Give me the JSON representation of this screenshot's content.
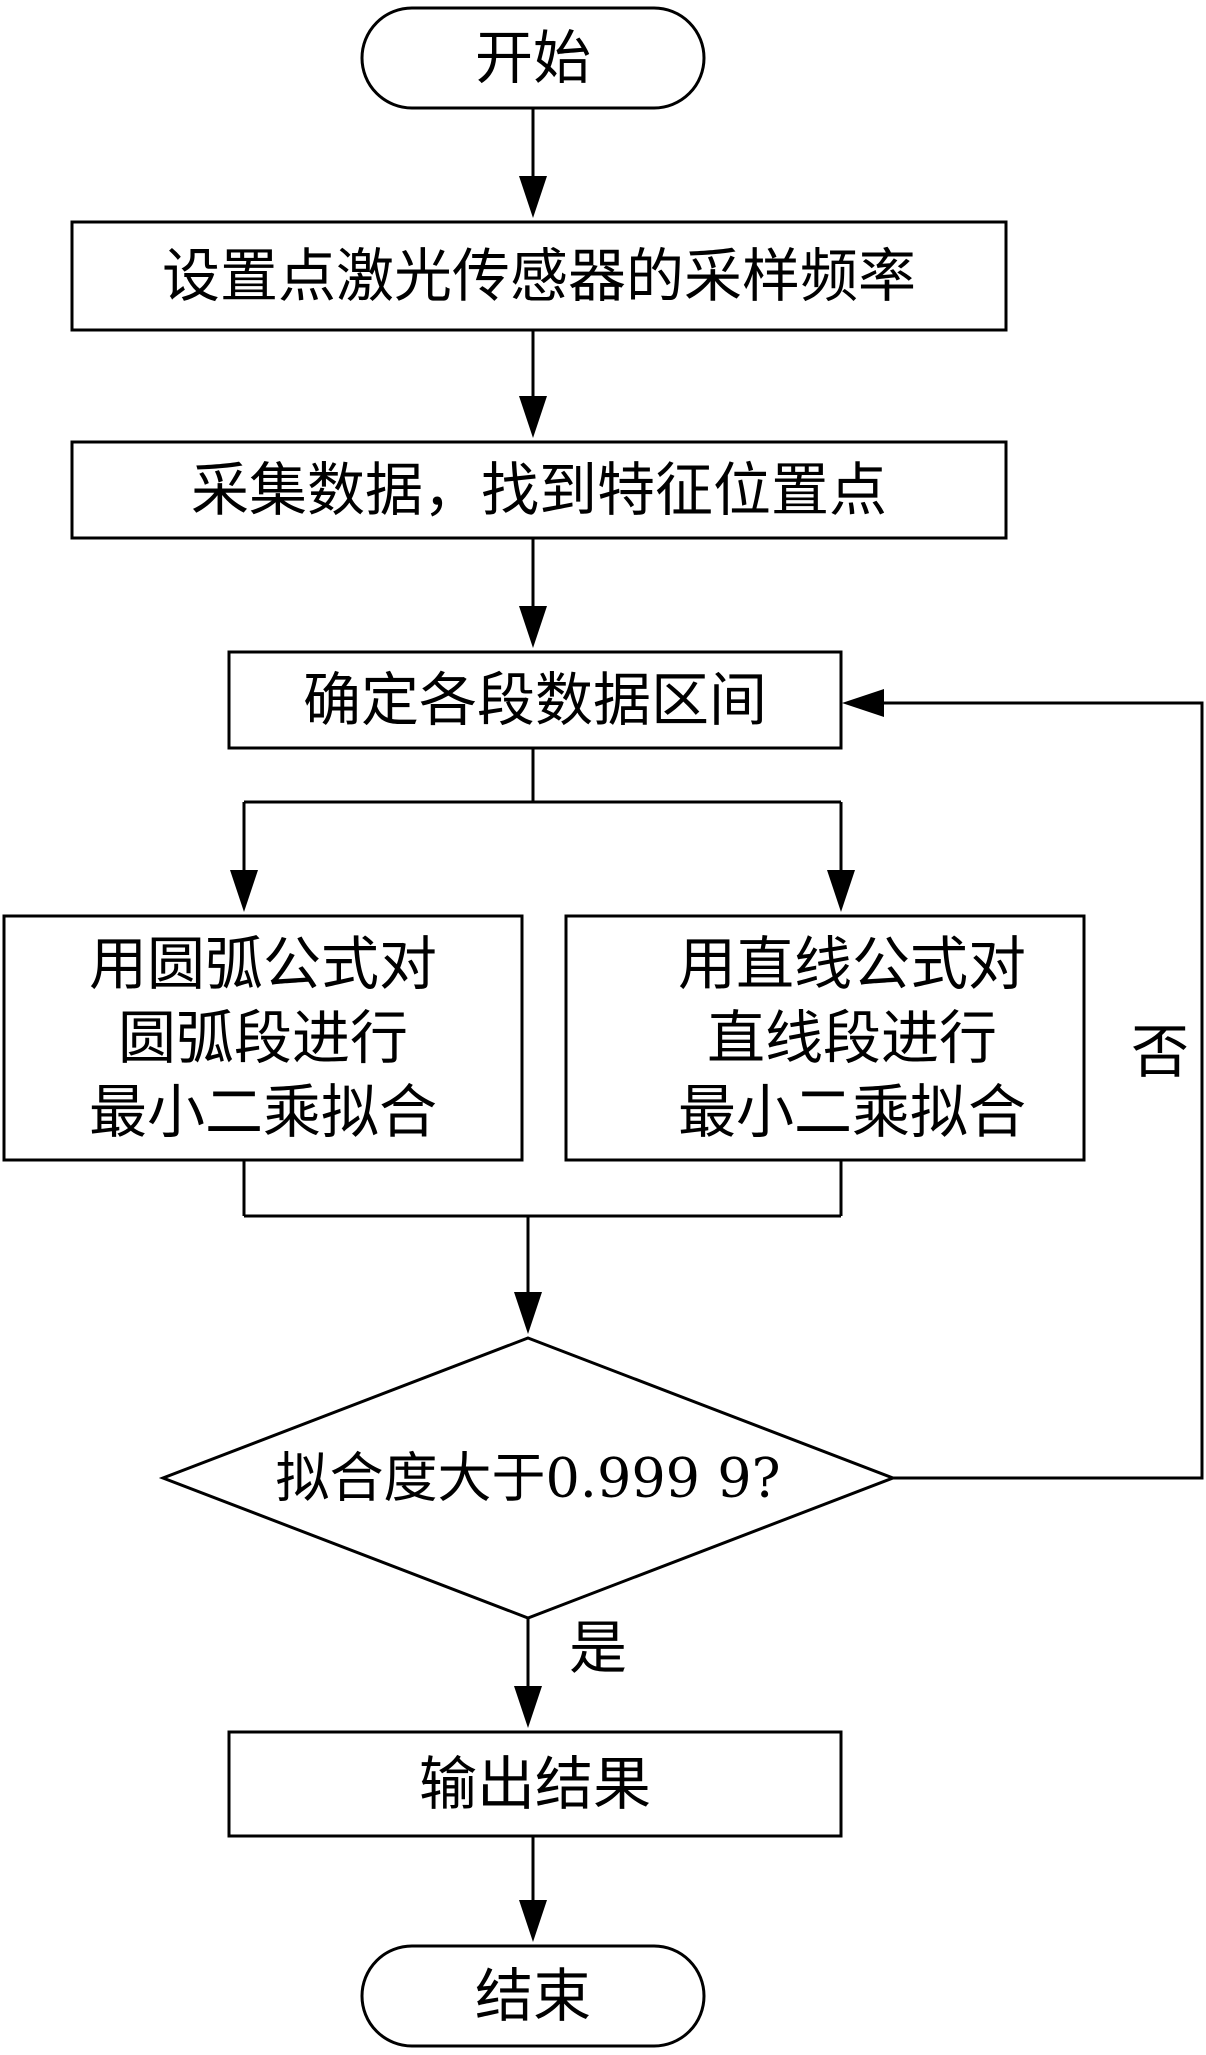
{
  "nodes": {
    "start": "开始",
    "set_rate": "设置点激光传感器的采样频率",
    "collect": "采集数据，找到特征位置点",
    "determine": "确定各段数据区间",
    "arc_fit": [
      "用圆弧公式对",
      "圆弧段进行",
      "最小二乘拟合"
    ],
    "line_fit": [
      "用直线公式对",
      "直线段进行",
      "最小二乘拟合"
    ],
    "decision": "拟合度大于0.999 9?",
    "output": "输出结果",
    "end": "结束"
  },
  "edges": {
    "yes": "是",
    "no": "否"
  }
}
